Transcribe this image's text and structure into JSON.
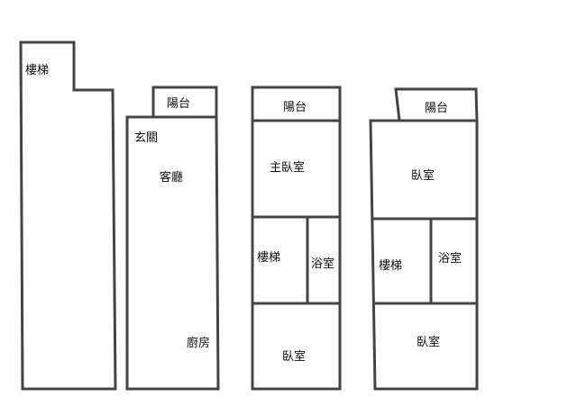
{
  "colors": {
    "wall": "#444444",
    "text": "#111111",
    "background": "#ffffff"
  },
  "floors": [
    {
      "rooms": {
        "stairs": "樓梯"
      }
    },
    {
      "rooms": {
        "balcony": "陽台",
        "entrance": "玄關",
        "living_room": "客廳",
        "kitchen": "廚房"
      }
    },
    {
      "rooms": {
        "balcony": "陽台",
        "master_bedroom": "主臥室",
        "stairs": "樓梯",
        "bathroom": "浴室",
        "bedroom": "臥室"
      }
    },
    {
      "rooms": {
        "balcony": "陽台",
        "bedroom_front": "臥室",
        "stairs": "樓梯",
        "bathroom": "浴室",
        "bedroom_back": "臥室"
      }
    }
  ]
}
